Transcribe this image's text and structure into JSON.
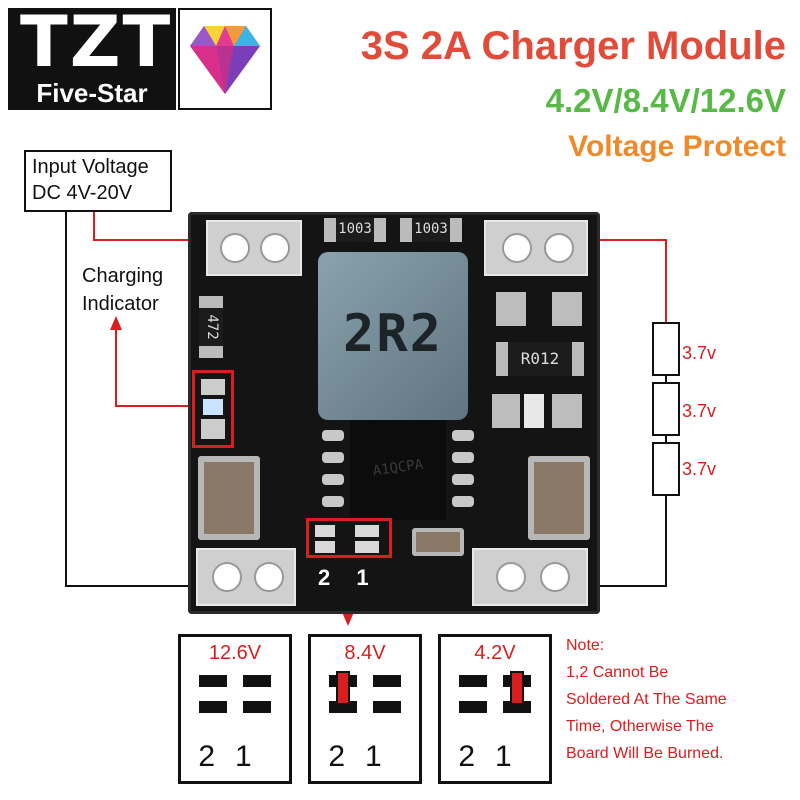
{
  "logo": {
    "brand": "TZT",
    "tagline": "Five-Star"
  },
  "header": {
    "title": "3S 2A Charger Module",
    "voltages": "4.2V/8.4V/12.6V",
    "subtitle": "Voltage Protect"
  },
  "input": {
    "line1": "Input Voltage",
    "line2": "DC 4V-20V"
  },
  "indicator": {
    "line1": "Charging",
    "line2": "Indicator"
  },
  "pcb": {
    "inductor_code": "2R2",
    "resistor_1": "1003",
    "resistor_2": "1003",
    "resistor_3": "472",
    "shunt": "R012",
    "chip_marking": "A1QCPA",
    "jumper_label": "2 1"
  },
  "battery": {
    "cells": [
      "3.7v",
      "3.7v",
      "3.7v"
    ]
  },
  "jumpers": [
    {
      "voltage": "12.6V",
      "numbers": "21",
      "bridged": "none"
    },
    {
      "voltage": "8.4V",
      "numbers": "21",
      "bridged": "2"
    },
    {
      "voltage": "4.2V",
      "numbers": "21",
      "bridged": "1"
    }
  ],
  "note": {
    "heading": "Note:",
    "lines": [
      "1,2 Cannot Be",
      "Soldered At The Same",
      "Time, Otherwise The",
      "Board Will Be Burned."
    ]
  },
  "colors": {
    "title": "#e24b3a",
    "voltages": "#58b947",
    "protect": "#ef8a2a",
    "highlight": "#d81e1e"
  }
}
